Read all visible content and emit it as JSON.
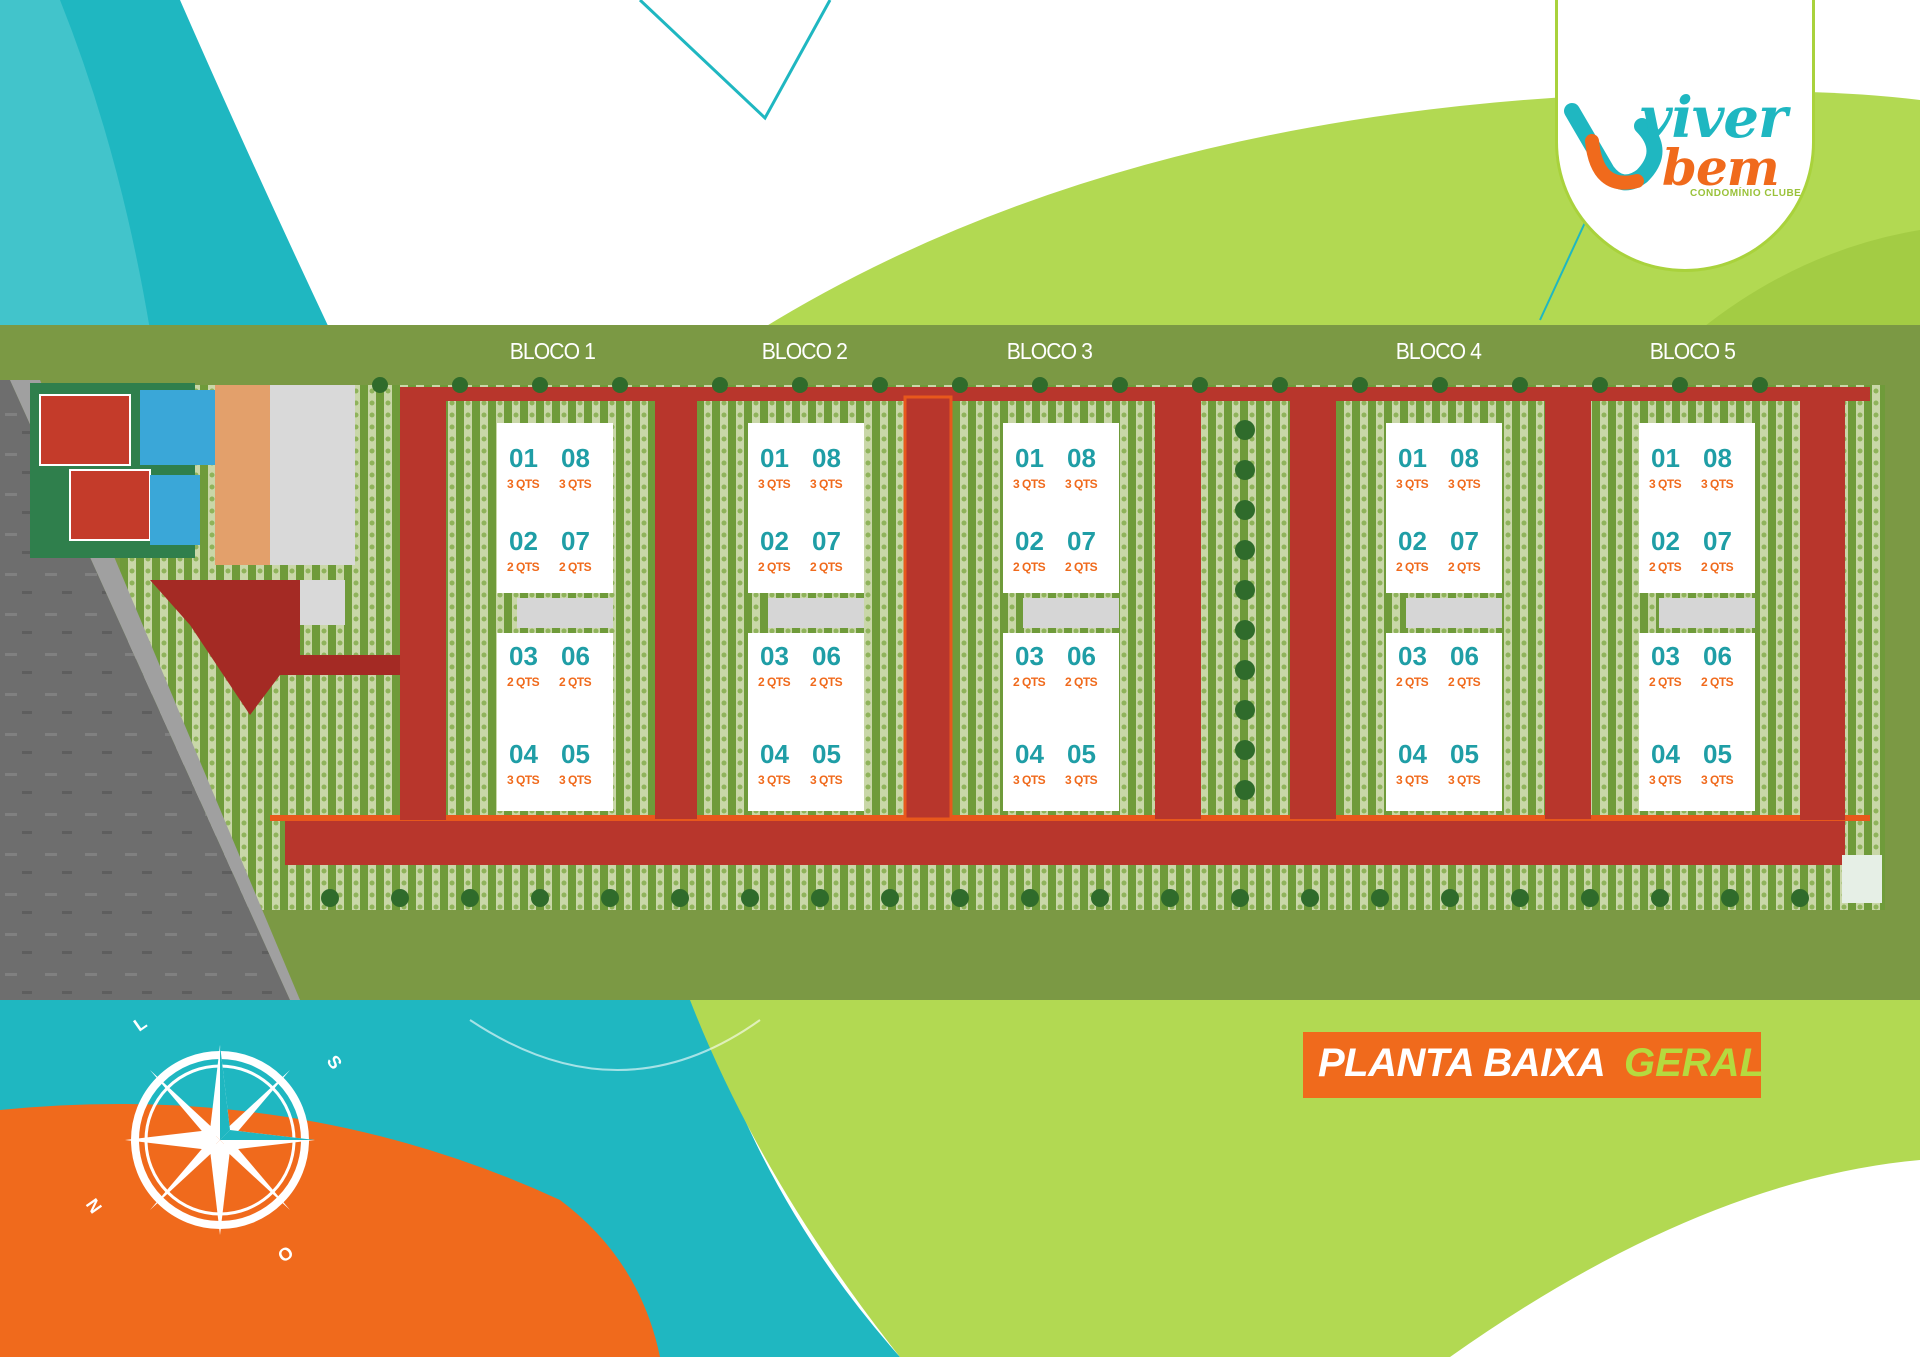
{
  "colors": {
    "teal": "#1fb7c1",
    "orange": "#f06a1c",
    "lime": "#b5da3f",
    "olive": "#7a9940",
    "road": "#b8362c",
    "lawn": "#6d9b3c",
    "unit_number": "#1f9ea6"
  },
  "logo": {
    "line1": "viver",
    "line2": "bem",
    "subtitle": "CONDOMÍNIO CLUBE"
  },
  "title": {
    "part1": "PLANTA BAIXA",
    "part2": "GERAL"
  },
  "compass": {
    "letters": [
      "L",
      "S",
      "N",
      "O"
    ]
  },
  "blocks": [
    {
      "label": "BLOCO 1",
      "units": [
        {
          "num": "01",
          "qts": "3 QTS"
        },
        {
          "num": "08",
          "qts": "3 QTS"
        },
        {
          "num": "02",
          "qts": "2 QTS"
        },
        {
          "num": "07",
          "qts": "2 QTS"
        },
        {
          "num": "03",
          "qts": "2 QTS"
        },
        {
          "num": "06",
          "qts": "2 QTS"
        },
        {
          "num": "04",
          "qts": "3 QTS"
        },
        {
          "num": "05",
          "qts": "3 QTS"
        }
      ]
    },
    {
      "label": "BLOCO 2",
      "units": [
        {
          "num": "01",
          "qts": "3 QTS"
        },
        {
          "num": "08",
          "qts": "3 QTS"
        },
        {
          "num": "02",
          "qts": "2 QTS"
        },
        {
          "num": "07",
          "qts": "2 QTS"
        },
        {
          "num": "03",
          "qts": "2 QTS"
        },
        {
          "num": "06",
          "qts": "2 QTS"
        },
        {
          "num": "04",
          "qts": "3 QTS"
        },
        {
          "num": "05",
          "qts": "3 QTS"
        }
      ]
    },
    {
      "label": "BLOCO 3",
      "units": [
        {
          "num": "01",
          "qts": "3 QTS"
        },
        {
          "num": "08",
          "qts": "3 QTS"
        },
        {
          "num": "02",
          "qts": "2 QTS"
        },
        {
          "num": "07",
          "qts": "2 QTS"
        },
        {
          "num": "03",
          "qts": "2 QTS"
        },
        {
          "num": "06",
          "qts": "2 QTS"
        },
        {
          "num": "04",
          "qts": "3 QTS"
        },
        {
          "num": "05",
          "qts": "3 QTS"
        }
      ]
    },
    {
      "label": "BLOCO 4",
      "units": [
        {
          "num": "01",
          "qts": "3 QTS"
        },
        {
          "num": "08",
          "qts": "3 QTS"
        },
        {
          "num": "02",
          "qts": "2 QTS"
        },
        {
          "num": "07",
          "qts": "2 QTS"
        },
        {
          "num": "03",
          "qts": "2 QTS"
        },
        {
          "num": "06",
          "qts": "2 QTS"
        },
        {
          "num": "04",
          "qts": "3 QTS"
        },
        {
          "num": "05",
          "qts": "3 QTS"
        }
      ]
    },
    {
      "label": "BLOCO 5",
      "units": [
        {
          "num": "01",
          "qts": "3 QTS"
        },
        {
          "num": "08",
          "qts": "3 QTS"
        },
        {
          "num": "02",
          "qts": "2 QTS"
        },
        {
          "num": "07",
          "qts": "2 QTS"
        },
        {
          "num": "03",
          "qts": "2 QTS"
        },
        {
          "num": "06",
          "qts": "2 QTS"
        },
        {
          "num": "04",
          "qts": "3 QTS"
        },
        {
          "num": "05",
          "qts": "3 QTS"
        }
      ]
    }
  ]
}
